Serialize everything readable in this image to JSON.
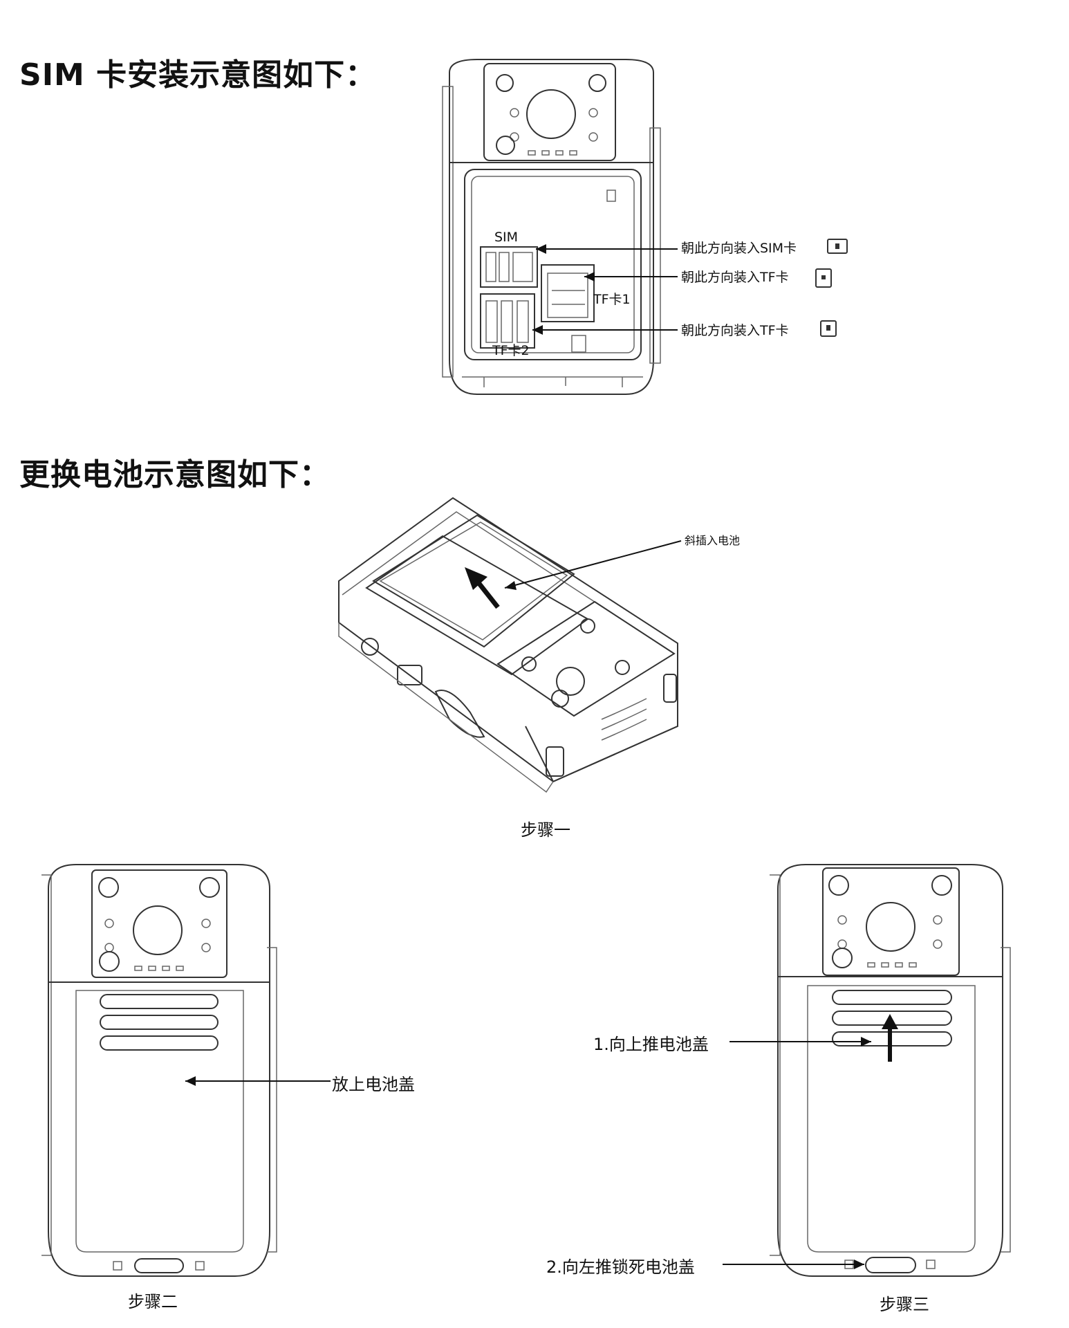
{
  "sections": {
    "sim": {
      "heading": "SIM 卡安装示意图如下：",
      "slot_labels": {
        "sim": "SIM",
        "tf1": "TF卡1",
        "tf2": "TF卡2"
      },
      "callouts": [
        "朝此方向装入SIM卡",
        "朝此方向装入TF卡",
        "朝此方向装入TF卡"
      ]
    },
    "battery": {
      "heading": "更换电池示意图如下：",
      "step1": {
        "callout": "斜插入电池",
        "caption": "步骤一"
      },
      "step2": {
        "callout": "放上电池盖",
        "caption": "步骤二"
      },
      "step3": {
        "callout_up": "1.向上推电池盖",
        "callout_lock": "2.向左推锁死电池盖",
        "caption": "步骤三"
      }
    }
  }
}
